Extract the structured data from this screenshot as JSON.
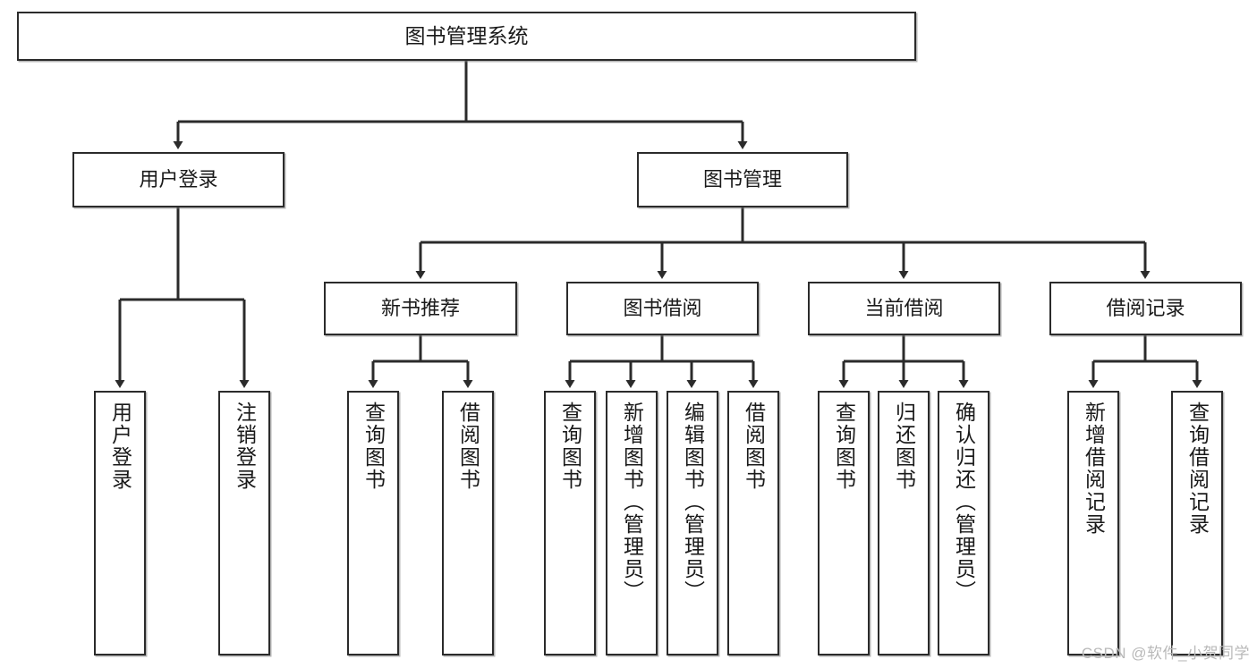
{
  "diagram": {
    "type": "tree-hierarchy",
    "title": "图书管理系统",
    "watermark": "CSDN @软件_小贺同学",
    "colors": {
      "box_border": "#2b2b2b",
      "box_fill": "#ffffff",
      "edge": "#2b2b2b",
      "watermark": "#b9b9b9",
      "background": "#ffffff"
    },
    "root": {
      "id": "root",
      "label": "图书管理系统",
      "orientation": "horizontal"
    },
    "level1": [
      {
        "id": "user-login",
        "label": "用户登录",
        "orientation": "horizontal"
      },
      {
        "id": "book-manage",
        "label": "图书管理",
        "orientation": "horizontal"
      }
    ],
    "level2": [
      {
        "id": "new-book-recommend",
        "label": "新书推荐",
        "orientation": "horizontal",
        "parent": "book-manage"
      },
      {
        "id": "book-borrow",
        "label": "图书借阅",
        "orientation": "horizontal",
        "parent": "book-manage"
      },
      {
        "id": "current-borrow",
        "label": "当前借阅",
        "orientation": "horizontal",
        "parent": "book-manage"
      },
      {
        "id": "borrow-record",
        "label": "借阅记录",
        "orientation": "horizontal",
        "parent": "book-manage"
      }
    ],
    "leaves": [
      {
        "id": "leaf-user-login",
        "label": "用户登录",
        "parent": "user-login"
      },
      {
        "id": "leaf-logout-login",
        "label": "注销登录",
        "parent": "user-login"
      },
      {
        "id": "leaf-query-book-1",
        "label": "查询图书",
        "parent": "new-book-recommend"
      },
      {
        "id": "leaf-borrow-book-1",
        "label": "借阅图书",
        "parent": "new-book-recommend"
      },
      {
        "id": "leaf-query-book-2",
        "label": "查询图书",
        "parent": "book-borrow"
      },
      {
        "id": "leaf-add-book",
        "label": "新增图书（管理员）",
        "parent": "book-borrow"
      },
      {
        "id": "leaf-edit-book",
        "label": "编辑图书（管理员）",
        "parent": "book-borrow"
      },
      {
        "id": "leaf-borrow-book-2",
        "label": "借阅图书",
        "parent": "book-borrow"
      },
      {
        "id": "leaf-query-book-3",
        "label": "查询图书",
        "parent": "current-borrow"
      },
      {
        "id": "leaf-return-book",
        "label": "归还图书",
        "parent": "current-borrow"
      },
      {
        "id": "leaf-confirm-return",
        "label": "确认归还（管理员）",
        "parent": "current-borrow"
      },
      {
        "id": "leaf-add-record",
        "label": "新增借阅记录",
        "parent": "borrow-record"
      },
      {
        "id": "leaf-query-record",
        "label": "查询借阅记录",
        "parent": "borrow-record"
      }
    ]
  }
}
